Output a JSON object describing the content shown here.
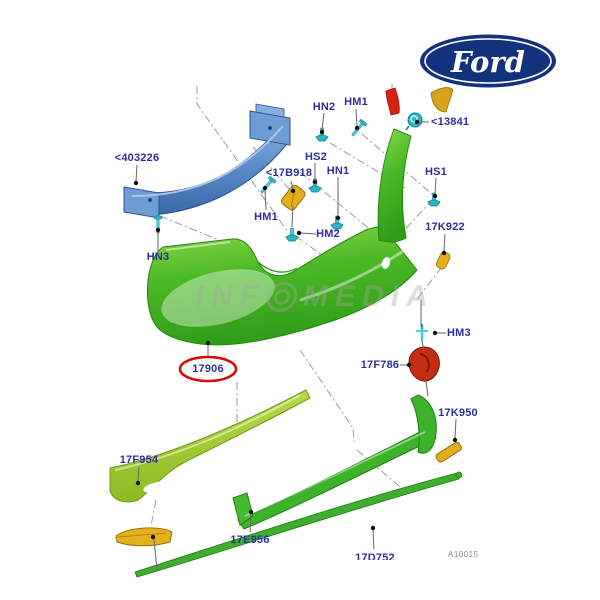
{
  "brand": {
    "logo_text": "Ford"
  },
  "watermark": {
    "prefix": "INF",
    "suffix": "MEDIA"
  },
  "drawing_ref": "A10015",
  "labels": {
    "hn2": "HN2",
    "hm1_top": "HM1",
    "p13841": "<13841",
    "p403226": "<403226",
    "hs2": "HS2",
    "p17b918": "<17B918",
    "hn1": "HN1",
    "hm1_left": "HM1",
    "hm2": "HM2",
    "hs1": "HS1",
    "p17k922": "17K922",
    "hn3": "HN3",
    "hm3": "HM3",
    "p17f786": "17F786",
    "p17906": "17906",
    "p17k950": "17K950",
    "p17f954": "17F954",
    "p17e956": "17E956",
    "p17d752": "17D752"
  },
  "colors": {
    "label_blue": "#2e2e9e",
    "ford_blue": "#12327e",
    "bumper_green": "#4cb927",
    "beam_blue": "#5b8cc8",
    "clip_teal": "#2ab8c4",
    "hardware_yellow": "#e2af1c",
    "accent_red": "#d92211",
    "highlight_circle_red": "#dd0000",
    "valance_yellow_green": "#9ec832",
    "valance_green": "#3db32a"
  }
}
